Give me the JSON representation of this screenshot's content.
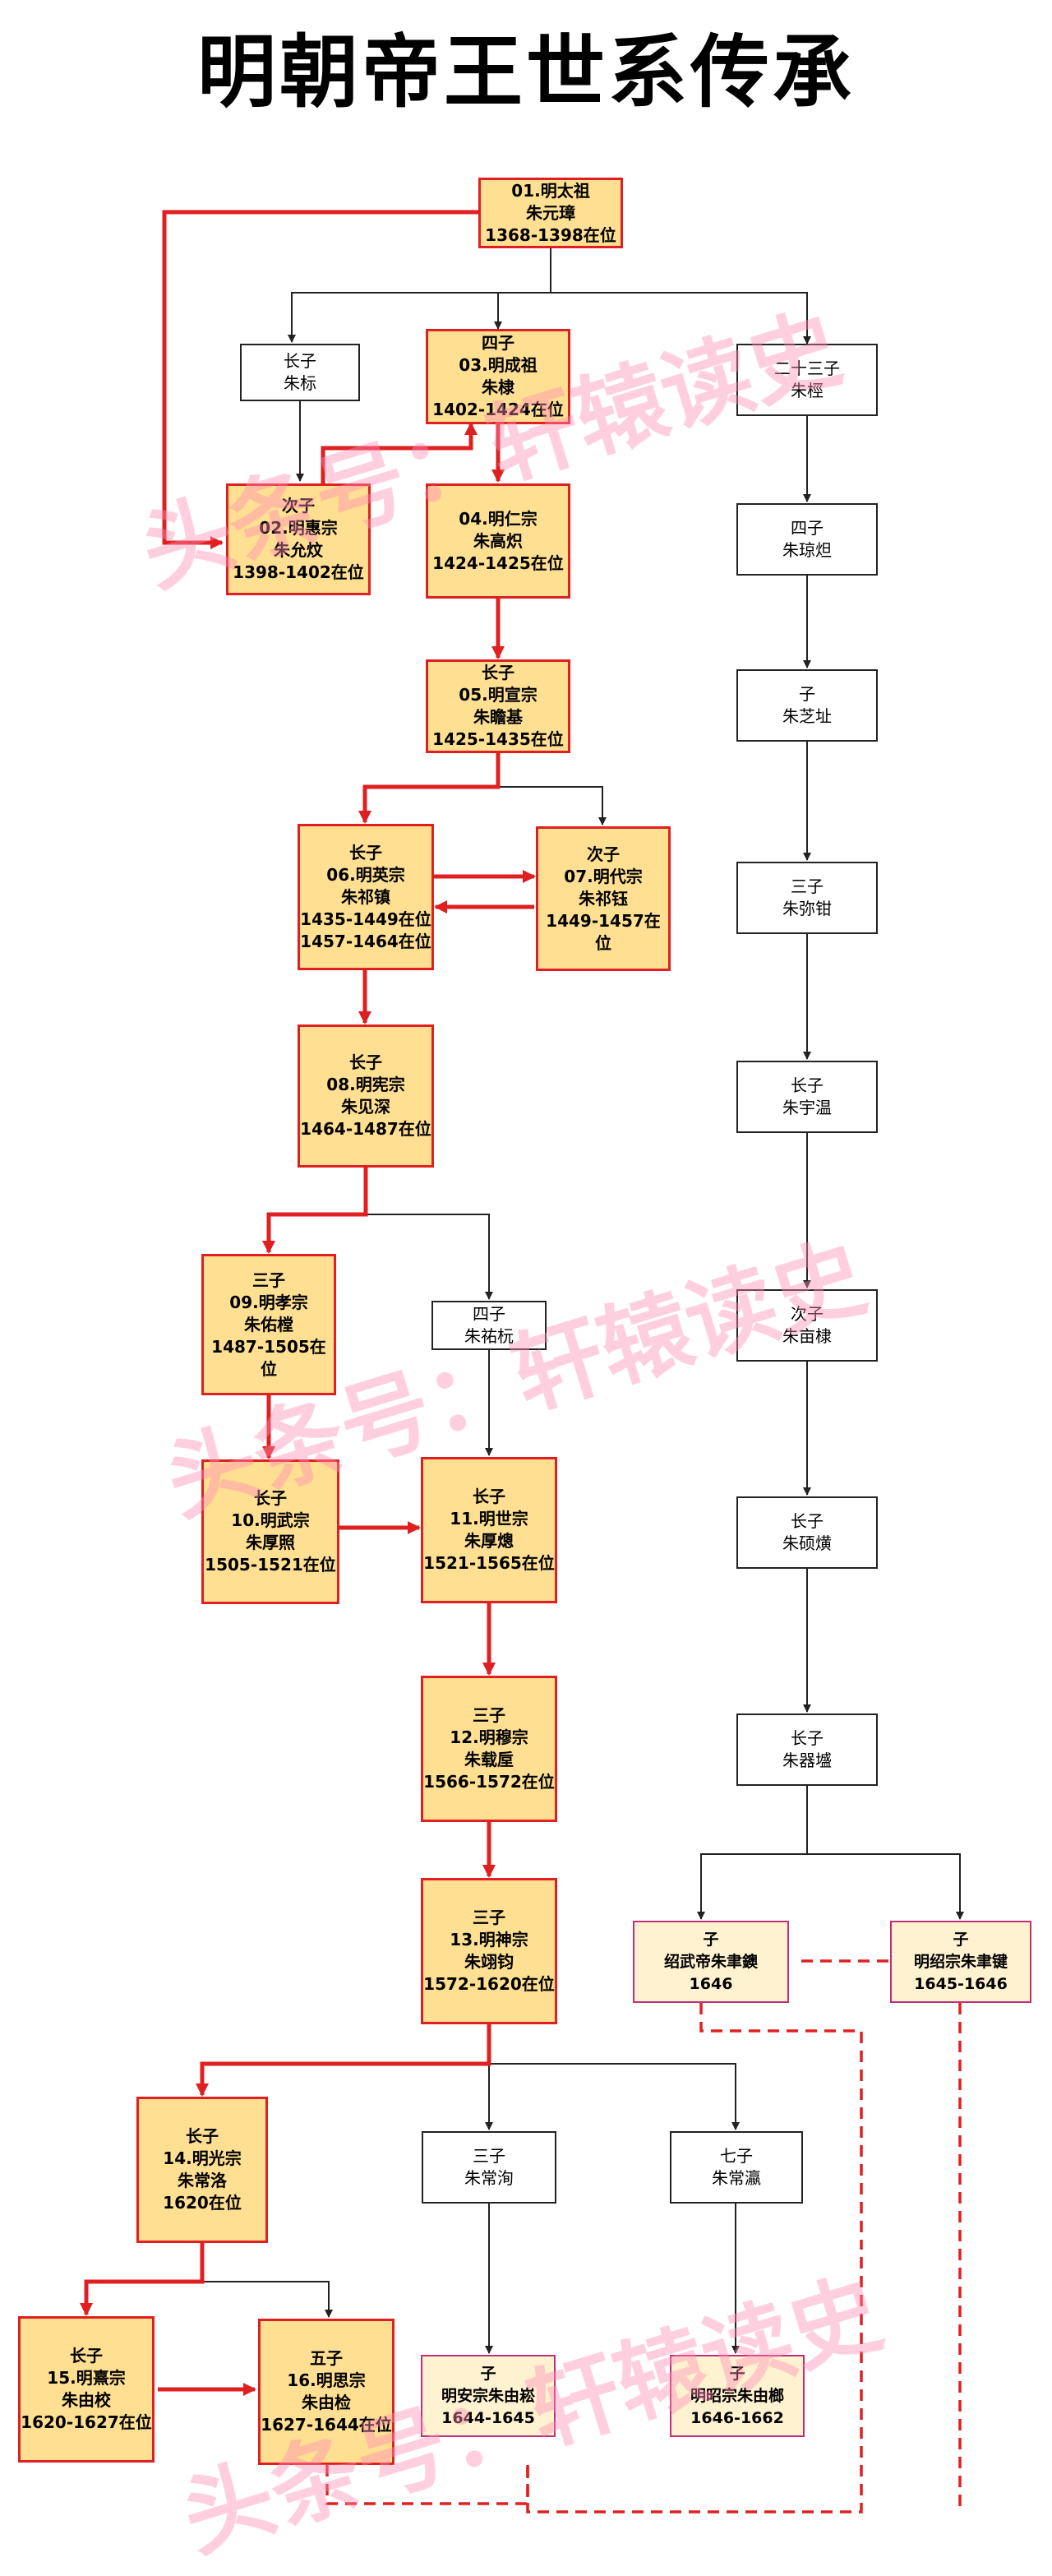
{
  "title": "明朝帝王世系传承",
  "watermark": "头条号：轩辕读史",
  "colors": {
    "emperor_fill": "#ffdf91",
    "emperor_border": "#e02020",
    "succession_line": "#e02020",
    "plain_line": "#222222",
    "watermark": "#ff8cb4"
  },
  "nodes": {
    "n01": {
      "lines": [
        "01.明太祖",
        "朱元璋",
        "1368-1398在位"
      ]
    },
    "n_biao": {
      "lines": [
        "长子",
        "朱标"
      ]
    },
    "n03": {
      "lines": [
        "四子",
        "03.明成祖",
        "朱棣",
        "1402-1424在位"
      ]
    },
    "n_zhuzhi": {
      "lines": [
        "二十三子",
        "朱桱"
      ]
    },
    "n02": {
      "lines": [
        "次子",
        "02.明惠宗",
        "朱允炆",
        "1398-1402在位"
      ]
    },
    "n04": {
      "lines": [
        "04.明仁宗",
        "朱高炽",
        "1424-1425在位"
      ]
    },
    "n_lb1": {
      "lines": [
        "四子",
        "朱琼炟"
      ]
    },
    "n05": {
      "lines": [
        "长子",
        "05.明宣宗",
        "朱瞻基",
        "1425-1435在位"
      ]
    },
    "n_lb2": {
      "lines": [
        "子",
        "朱芝址"
      ]
    },
    "n06": {
      "lines": [
        "长子",
        "06.明英宗",
        "朱祁镇",
        "1435-1449在位",
        "1457-1464在位"
      ]
    },
    "n07": {
      "lines": [
        "次子",
        "07.明代宗",
        "朱祁钰",
        "1449-1457在位"
      ]
    },
    "n_lb3": {
      "lines": [
        "三子",
        "朱弥钳"
      ]
    },
    "n08": {
      "lines": [
        "长子",
        "08.明宪宗",
        "朱见深",
        "1464-1487在位"
      ]
    },
    "n_lb4": {
      "lines": [
        "长子",
        "朱宇温"
      ]
    },
    "n09": {
      "lines": [
        "三子",
        "09.明孝宗",
        "朱佑樘",
        "1487-1505在位"
      ]
    },
    "n_youyuan": {
      "lines": [
        "四子",
        "朱祐杬"
      ]
    },
    "n_lb5": {
      "lines": [
        "次子",
        "朱亩棣"
      ]
    },
    "n10": {
      "lines": [
        "长子",
        "10.明武宗",
        "朱厚照",
        "1505-1521在位"
      ]
    },
    "n11": {
      "lines": [
        "长子",
        "11.明世宗",
        "朱厚熜",
        "1521-1565在位"
      ]
    },
    "n_lb6": {
      "lines": [
        "长子",
        "朱硕熿"
      ]
    },
    "n12": {
      "lines": [
        "三子",
        "12.明穆宗",
        "朱载垕",
        "1566-1572在位"
      ]
    },
    "n_lb7": {
      "lines": [
        "长子",
        "朱器墭"
      ]
    },
    "n13": {
      "lines": [
        "三子",
        "13.明神宗",
        "朱翊钧",
        "1572-1620在位"
      ]
    },
    "n_shaowu": {
      "lines": [
        "子",
        "绍武帝朱聿鐭",
        "1646"
      ]
    },
    "n_longwu": {
      "lines": [
        "子",
        "明绍宗朱聿键",
        "1645-1646"
      ]
    },
    "n14": {
      "lines": [
        "长子",
        "14.明光宗",
        "朱常洛",
        "1620在位"
      ]
    },
    "n_changxun": {
      "lines": [
        "三子",
        "朱常洵"
      ]
    },
    "n_changying": {
      "lines": [
        "七子",
        "朱常瀛"
      ]
    },
    "n15": {
      "lines": [
        "长子",
        "15.明熹宗",
        "朱由校",
        "1620-1627在位"
      ]
    },
    "n16": {
      "lines": [
        "五子",
        "16.明思宗",
        "朱由检",
        "1627-1644在位"
      ]
    },
    "n_hongguang": {
      "lines": [
        "子",
        "明安宗朱由崧",
        "1644-1645"
      ]
    },
    "n_yongli": {
      "lines": [
        "子",
        "明昭宗朱由榔",
        "1646-1662"
      ]
    }
  }
}
